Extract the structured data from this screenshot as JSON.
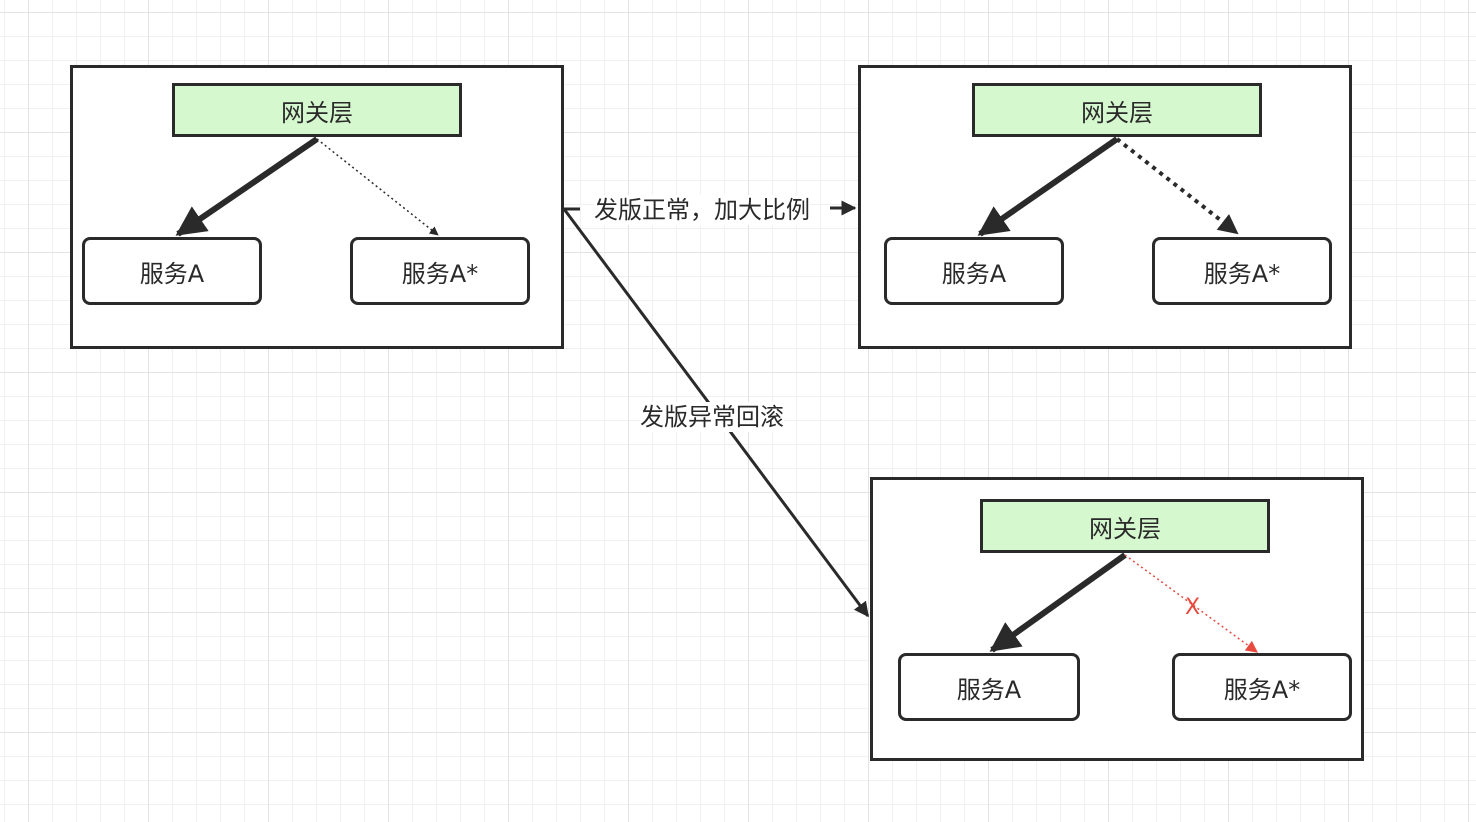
{
  "panels": {
    "before": {
      "gateway": "网关层",
      "service": "服务A",
      "service_canary": "服务A*"
    },
    "scaled": {
      "gateway": "网关层",
      "service": "服务A",
      "service_canary": "服务A*"
    },
    "rollback": {
      "gateway": "网关层",
      "service": "服务A",
      "service_canary": "服务A*",
      "blocked_mark": "X"
    }
  },
  "edges": {
    "normal_label": "发版正常，加大比例",
    "rollback_label": "发版异常回滚"
  },
  "colors": {
    "stroke": "#2a2a2a",
    "gateway_fill": "#d5f8cf",
    "blocked": "#e84a3f"
  }
}
